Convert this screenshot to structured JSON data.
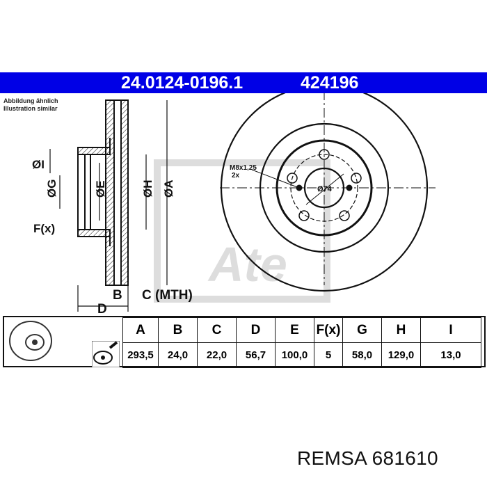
{
  "header": {
    "part_number": "24.0124-0196.1",
    "ref_number": "424196",
    "banner_color": "#0000e6"
  },
  "note": {
    "line1": "Abbildung ähnlich",
    "line2": "Illustration similar"
  },
  "drawing": {
    "side_labels": {
      "I": "ØI",
      "G": "ØG",
      "E": "ØE",
      "H": "ØH",
      "A": "ØA",
      "F": "F(x)",
      "B": "B",
      "C": "C (MTH)",
      "D": "D"
    },
    "front_labels": {
      "thread": "M8x1,25",
      "thread_qty": "2x",
      "pcd": "Ø74"
    },
    "watermark": "Ate"
  },
  "specs": {
    "headers": [
      "A",
      "B",
      "C",
      "D",
      "E",
      "F(x)",
      "G",
      "H",
      "I"
    ],
    "values": [
      "293,5",
      "24,0",
      "22,0",
      "56,7",
      "100,0",
      "5",
      "58,0",
      "129,0",
      "13,0"
    ]
  },
  "footer": {
    "brand": "REMSA",
    "code": "681610",
    "text": "REMSA 681610"
  }
}
